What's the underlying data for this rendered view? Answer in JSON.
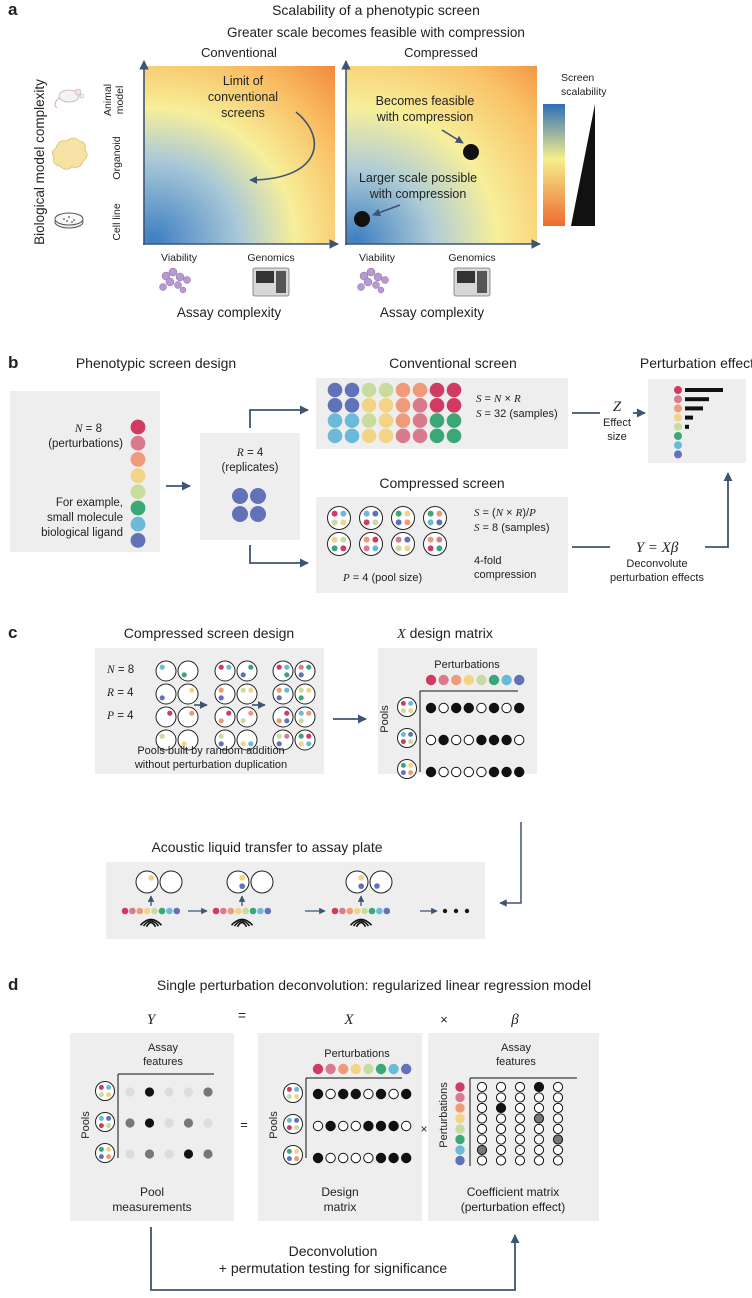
{
  "panel_a": {
    "letter": "a",
    "title": "Scalability of a phenotypic screen",
    "subtitle": "Greater scale becomes feasible with compression",
    "left_label": "Conventional",
    "right_label": "Compressed",
    "y_axis_label": "Biological model complexity",
    "y_ticks": [
      "Animal model",
      "Organoid",
      "Cell line"
    ],
    "x_ticks": [
      "Viability",
      "Genomics"
    ],
    "x_axis_label": "Assay complexity",
    "annot_limit": [
      "Limit of",
      "conventional",
      "screens"
    ],
    "annot_feasible": [
      "Becomes feasible",
      "with compression"
    ],
    "annot_larger": [
      "Larger scale possible",
      "with compression"
    ],
    "legend_title": [
      "Screen",
      "scalability"
    ]
  },
  "panel_b": {
    "letter": "b",
    "design_title": "Phenotypic screen design",
    "n_label": [
      "N = 8",
      "(perturbations)"
    ],
    "example_label": [
      "For example,",
      "small molecule",
      "biological ligand"
    ],
    "r_label": [
      "R = 4",
      "(replicates)"
    ],
    "conv_title": "Conventional screen",
    "conv_eq1": "S = N × R",
    "conv_eq2": "S = 32 (samples)",
    "comp_title": "Compressed screen",
    "comp_eq1": "S = (N × R)/P",
    "comp_eq2": "S = 8 (samples)",
    "pool_size": "P = 4 (pool size)",
    "fold": [
      "4-fold",
      "compression"
    ],
    "z_label": "Z",
    "effect_label": [
      "Effect",
      "size"
    ],
    "pert_title": "Perturbation effect",
    "y_eq": "Y = Xβ",
    "deconv_label": [
      "Deconvolute",
      "perturbation effects"
    ]
  },
  "panel_c": {
    "letter": "c",
    "design_title": "Compressed screen design",
    "params": [
      "N = 8",
      "R = 4",
      "P = 4"
    ],
    "pool_note": [
      "Pools built by random addition",
      "without perturbation duplication"
    ],
    "matrix_title": "X design matrix",
    "perturbations": "Perturbations",
    "pools": "Pools",
    "acoustic_title": "Acoustic liquid transfer to assay plate"
  },
  "panel_d": {
    "letter": "d",
    "title": "Single perturbation deconvolution: regularized linear regression model",
    "y_symbol": "Y",
    "eq_symbol": "=",
    "x_symbol": "X",
    "times_symbol": "×",
    "beta_symbol": "β",
    "assay_features": [
      "Assay",
      "features"
    ],
    "pools": "Pools",
    "perturbations": "Perturbations",
    "pool_meas": [
      "Pool",
      "measurements"
    ],
    "design_matrix": [
      "Design",
      "matrix"
    ],
    "coef_matrix": [
      "Coefficient matrix",
      "(perturbation effect)"
    ],
    "deconv": [
      "Deconvolution",
      "+ permutation testing for significance"
    ]
  },
  "colors": {
    "perturbations": [
      "#d13a63",
      "#d97b8c",
      "#ef9a78",
      "#f3d486",
      "#c8dca0",
      "#3aa876",
      "#6cbadb",
      "#6272b8"
    ],
    "panel_bg": "#eeeeee",
    "arrow": "#3e5473"
  }
}
